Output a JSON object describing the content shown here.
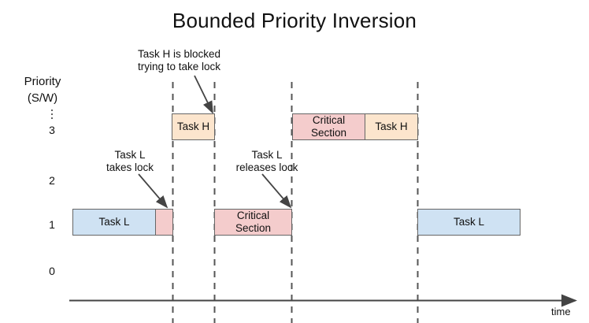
{
  "title": "Bounded Priority Inversion",
  "axes": {
    "y_title_line1": "Priority",
    "y_title_line2": "(S/W)",
    "y_ticks": [
      "3",
      "2",
      "1",
      "0"
    ],
    "y_ellipsis": "vertical-dots",
    "x_label": "time"
  },
  "annotations": [
    {
      "id": "task-h-blocked",
      "line1": "Task H is blocked",
      "line2": "trying to take lock"
    },
    {
      "id": "task-l-takes-lock",
      "line1": "Task L",
      "line2": "takes lock"
    },
    {
      "id": "task-l-releases-lock",
      "line1": "Task L",
      "line2": "releases lock"
    }
  ],
  "bars": [
    {
      "id": "bar-task-h-top",
      "label": "Task H",
      "priority": "3",
      "color": "#fce5cd"
    },
    {
      "id": "bar-critical-section-top",
      "label": "Critical\nSection",
      "priority": "3",
      "color": "#f4cccc"
    },
    {
      "id": "bar-task-h-resumed",
      "label": "Task H",
      "priority": "3",
      "color": "#fce5cd"
    },
    {
      "id": "bar-task-l-first",
      "label": "Task L",
      "priority": "1",
      "color": "#cfe2f3"
    },
    {
      "id": "bar-task-l-lock-taken",
      "label": "",
      "priority": "1",
      "color": "#f4cccc"
    },
    {
      "id": "bar-critical-section-low",
      "label": "Critical\nSection",
      "priority": "1",
      "color": "#f4cccc"
    },
    {
      "id": "bar-task-l-last",
      "label": "Task L",
      "priority": "1",
      "color": "#cfe2f3"
    }
  ],
  "colors": {
    "task_low": "#cfe2f3",
    "task_high": "#fce5cd",
    "critical_section": "#f4cccc",
    "border": "#666666",
    "axis": "#444444",
    "event_line": "#555555"
  },
  "chart_data": {
    "type": "timeline",
    "title": "Bounded Priority Inversion",
    "xlabel": "time",
    "ylabel": "Priority (S/W)",
    "ylim": [
      0,
      3
    ],
    "y_ticks": [
      0,
      1,
      2,
      3
    ],
    "grid": false,
    "event_lines": [
      {
        "x": 219,
        "name": "task-h-arrives"
      },
      {
        "x": 272,
        "name": "task-h-blocked"
      },
      {
        "x": 371,
        "name": "lock-released"
      },
      {
        "x": 531,
        "name": "task-h-completes"
      }
    ],
    "series": [
      {
        "name": "Priority 3 (Task H)",
        "priority": 3,
        "segments": [
          {
            "label": "Task H",
            "x0": 218,
            "x1": 272,
            "fill": "#fce5cd"
          },
          {
            "label": "Critical Section",
            "x0": 371,
            "x1": 463,
            "fill": "#f4cccc"
          },
          {
            "label": "Task H",
            "x0": 463,
            "x1": 531,
            "fill": "#fce5cd"
          }
        ]
      },
      {
        "name": "Priority 1 (Task L)",
        "priority": 1,
        "segments": [
          {
            "label": "Task L",
            "x0": 93,
            "x1": 197,
            "fill": "#cfe2f3"
          },
          {
            "label": "",
            "x0": 197,
            "x1": 219,
            "fill": "#f4cccc"
          },
          {
            "label": "Critical Section",
            "x0": 272,
            "x1": 371,
            "fill": "#f4cccc"
          },
          {
            "label": "Task L",
            "x0": 531,
            "x1": 661,
            "fill": "#cfe2f3"
          }
        ]
      }
    ],
    "annotations": [
      {
        "text": "Task H is blocked trying to take lock",
        "points_to_x": 271,
        "points_to_y": 145
      },
      {
        "text": "Task L takes lock",
        "points_to_x": 213,
        "points_to_y": 265
      },
      {
        "text": "Task L releases lock",
        "points_to_x": 370,
        "points_to_y": 265
      }
    ]
  }
}
